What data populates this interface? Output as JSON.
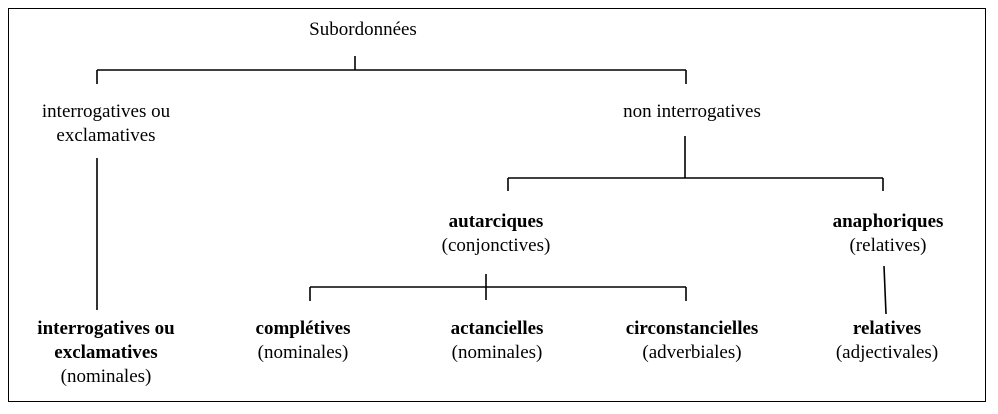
{
  "diagram": {
    "root": {
      "label": "Subordonnées"
    },
    "interrogatives": {
      "line1": "interrogatives ou",
      "line2": "exclamatives"
    },
    "non_interrogatives": {
      "label": "non interrogatives"
    },
    "autarciques": {
      "title": "autarciques",
      "subtitle": "(conjonctives)"
    },
    "anaphoriques": {
      "title": "anaphoriques",
      "subtitle": "(relatives)"
    },
    "leaves": {
      "interrogatives_ex": {
        "line1": "interrogatives ou",
        "line2": "exclamatives",
        "line3": "(nominales)"
      },
      "completives": {
        "title": "complétives",
        "subtitle": "(nominales)"
      },
      "actancielles": {
        "title": "actancielles",
        "subtitle": "(nominales)"
      },
      "circonstancielles": {
        "title": "circonstancielles",
        "subtitle": "(adverbiales)"
      },
      "relatives": {
        "title": "relatives",
        "subtitle": "(adjectivales)"
      }
    }
  }
}
